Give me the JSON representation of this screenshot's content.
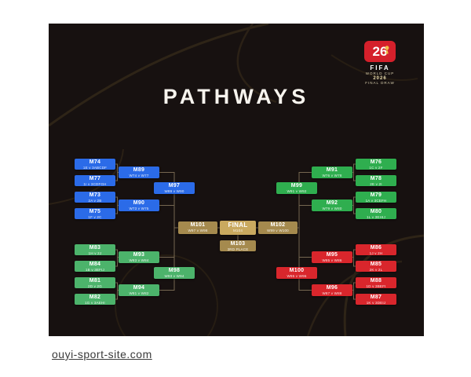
{
  "page": {
    "watermark": "ouyi-sport-site.com"
  },
  "header": {
    "title": "PATHWAYS"
  },
  "logo": {
    "badge": "26",
    "fifa": "FIFA",
    "line1": "WORLD CUP",
    "line2": "2026",
    "line3": "FINAL DRAW"
  },
  "colors": {
    "blue": "#2b6be8",
    "mint": "#4cb36b",
    "green": "#2fae4f",
    "red": "#d9262c",
    "gold": "#a58a4e",
    "gold_bright": "#c9a95f",
    "background": "#171110",
    "connector": "#86775d",
    "badge_red": "#d5202b"
  },
  "bracket": {
    "matches": [
      {
        "id": "M74",
        "sub": "1E v 3ABCDF",
        "color": "blue"
      },
      {
        "id": "M77",
        "sub": "1I v 3CDFGH",
        "color": "blue"
      },
      {
        "id": "M73",
        "sub": "2A v 2B",
        "color": "blue"
      },
      {
        "id": "M75",
        "sub": "1F v 2C",
        "color": "blue"
      },
      {
        "id": "M89",
        "sub": "W74 v W77",
        "color": "blue"
      },
      {
        "id": "M90",
        "sub": "W73 v W75",
        "color": "blue"
      },
      {
        "id": "M97",
        "sub": "W89 v W90",
        "color": "blue"
      },
      {
        "id": "M83",
        "sub": "1H v 2J",
        "color": "mint"
      },
      {
        "id": "M84",
        "sub": "1B v 3EFIJ",
        "color": "mint"
      },
      {
        "id": "M81",
        "sub": "2D v 2G",
        "color": "mint"
      },
      {
        "id": "M82",
        "sub": "1G v 3AEHI",
        "color": "mint"
      },
      {
        "id": "M93",
        "sub": "W83 v W84",
        "color": "mint"
      },
      {
        "id": "M94",
        "sub": "W81 v W82",
        "color": "mint"
      },
      {
        "id": "M98",
        "sub": "W93 v W94",
        "color": "mint"
      },
      {
        "id": "M76",
        "sub": "1C v 2F",
        "color": "green"
      },
      {
        "id": "M78",
        "sub": "2E v 2I",
        "color": "green"
      },
      {
        "id": "M79",
        "sub": "1A v 3CEFH",
        "color": "green"
      },
      {
        "id": "M80",
        "sub": "1L v 3EHIJ",
        "color": "green"
      },
      {
        "id": "M91",
        "sub": "W76 v W78",
        "color": "green"
      },
      {
        "id": "M92",
        "sub": "W79 v W80",
        "color": "green"
      },
      {
        "id": "M99",
        "sub": "W91 v W92",
        "color": "green"
      },
      {
        "id": "M86",
        "sub": "1J v 2H",
        "color": "red"
      },
      {
        "id": "M85",
        "sub": "2K v 2L",
        "color": "red"
      },
      {
        "id": "M88",
        "sub": "1D v 3BEFI",
        "color": "red"
      },
      {
        "id": "M87",
        "sub": "1K v 3DEIJ",
        "color": "red"
      },
      {
        "id": "M95",
        "sub": "W85 v W86",
        "color": "red"
      },
      {
        "id": "M96",
        "sub": "W87 v W88",
        "color": "red"
      },
      {
        "id": "M100",
        "sub": "W95 v W96",
        "color": "red"
      },
      {
        "id": "M101",
        "sub": "W97 v W98",
        "color": "gold"
      },
      {
        "id": "FINAL",
        "sub": "M104",
        "color": "gold_bright",
        "big": true
      },
      {
        "id": "M102",
        "sub": "W99 v W100",
        "color": "gold"
      },
      {
        "id": "M103",
        "sub": "3RD PLACE",
        "color": "gold"
      }
    ]
  }
}
